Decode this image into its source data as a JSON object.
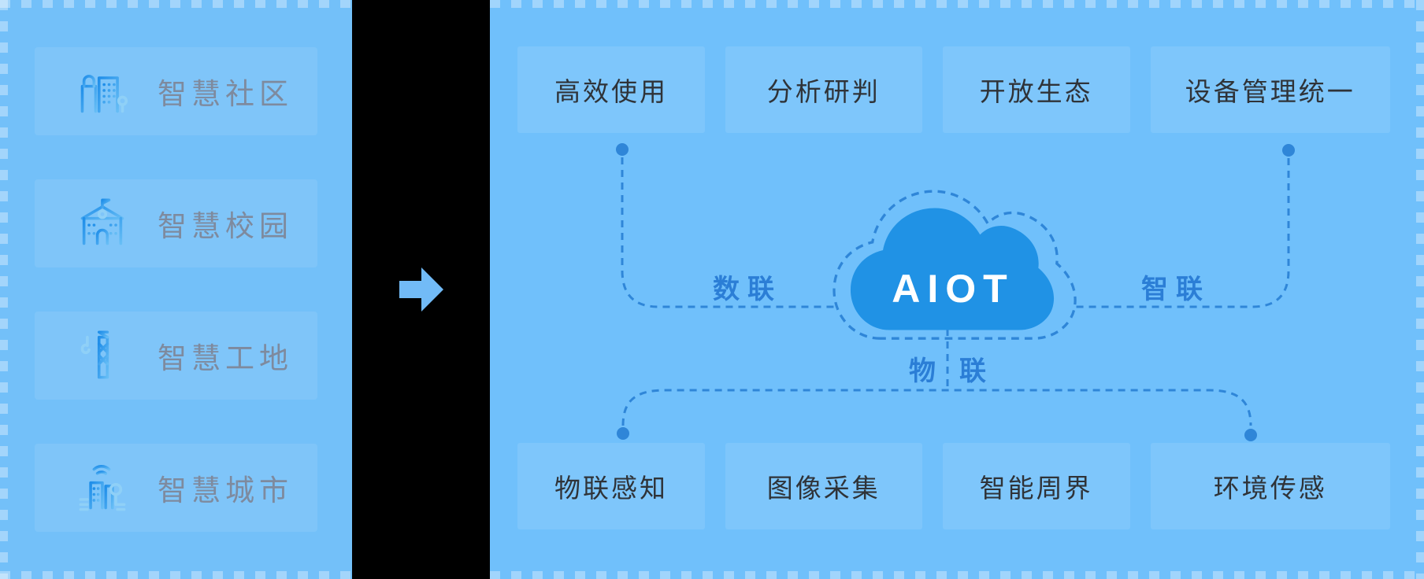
{
  "left_panel": {
    "items": [
      {
        "label": "智慧社区",
        "icon": "smart-community-icon"
      },
      {
        "label": "智慧校园",
        "icon": "smart-campus-icon"
      },
      {
        "label": "智慧工地",
        "icon": "smart-construction-site-icon"
      },
      {
        "label": "智慧城市",
        "icon": "smart-city-icon"
      }
    ]
  },
  "divider": {
    "arrow_icon": "right-arrow-icon"
  },
  "right_panel": {
    "top_capabilities": [
      {
        "label": "高效使用"
      },
      {
        "label": "分析研判"
      },
      {
        "label": "开放生态"
      },
      {
        "label": "设备管理统一"
      }
    ],
    "bottom_capabilities": [
      {
        "label": "物联感知"
      },
      {
        "label": "图像采集"
      },
      {
        "label": "智能周界"
      },
      {
        "label": "环境传感"
      }
    ],
    "cloud": {
      "label": "AIOT",
      "icon": "cloud-icon"
    },
    "links": {
      "data_link": "数联",
      "intelligence_link": "智联",
      "iot_link_left": "物",
      "iot_link_right": "联"
    }
  },
  "colors": {
    "left_panel_bg": "#73c0f9",
    "right_panel_bg": "#70c0fb",
    "divider_bg": "#000000",
    "card_overlay": "rgba(255,255,255,0.09)",
    "cloud_fill": "#2092e5",
    "connector_stroke": "#2f86d8",
    "link_label_text": "#2b7ed6",
    "cloud_text": "#ffffff",
    "capability_text": "#2f3338",
    "scene_text": "#7e8a9e",
    "arrow_fill": "#72bbf7",
    "icon_gradient_start": "#1f8ee9",
    "icon_gradient_end": "#66bdf5"
  }
}
